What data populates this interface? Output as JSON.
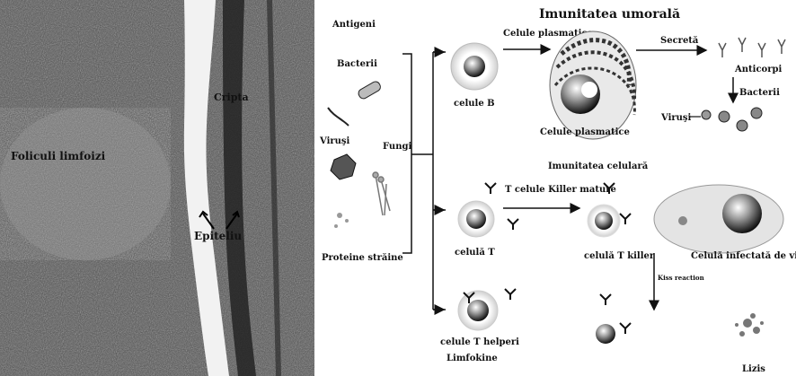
{
  "micrograph": {
    "labels": {
      "cripta": "Cripta",
      "foliculi": "Foliculi limfoizi",
      "epiteliu": "Epiteliu"
    }
  },
  "diagram": {
    "title_umorala": "Imunitatea umorală",
    "title_celulara": "Imunitatea celulară",
    "antigens": {
      "antigeni": "Antigeni",
      "bacterii": "Bacterii",
      "virusi": "Viruşi",
      "fungi": "Fungi",
      "proteine": "Proteine străine"
    },
    "humoral": {
      "celule_b": "celule B",
      "celule_plasmatice_top": "Celule plasmatice",
      "celule_plasmatice_bottom": "Celule plasmatice",
      "secreta": "Secretă",
      "anticorpi": "Anticorpi",
      "bacterii": "Bacterii",
      "virusi": "Viruşi"
    },
    "cellular": {
      "t_killer_mature": "T celule Killer mature",
      "celula_t": "celulă T",
      "celula_t_killer": "celulă T killer",
      "celula_infectata": "Celulă infectată de viruşi",
      "kiss_reaction": "Kiss reaction",
      "celule_t_helper": "celule T helperi",
      "limfokine": "Limfokine",
      "lizis": "Lizis"
    }
  }
}
